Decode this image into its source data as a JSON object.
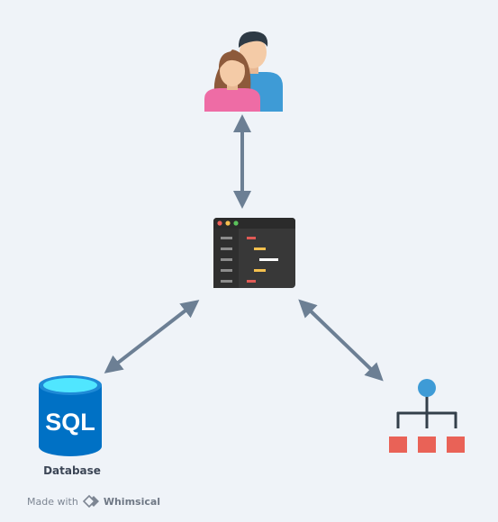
{
  "nodes": {
    "users": {
      "icon": "users-icon"
    },
    "app": {
      "icon": "code-editor-icon"
    },
    "database": {
      "icon": "sql-database-icon",
      "icon_text": "SQL",
      "label": "Database"
    },
    "hierarchy": {
      "icon": "org-chart-icon"
    }
  },
  "footer": {
    "made_with": "Made with",
    "brand": "Whimsical",
    "icon": "whimsical-logo-icon"
  },
  "colors": {
    "background": "#eff3f8",
    "arrow": "#6c7f94",
    "window_body": "#383838",
    "window_titlebar": "#2b2b2b",
    "sql_blue": "#0071c5",
    "sql_top": "#50e6ff",
    "org_node": "#e96257",
    "org_root": "#3e9bd6",
    "org_line": "#333f4a"
  }
}
